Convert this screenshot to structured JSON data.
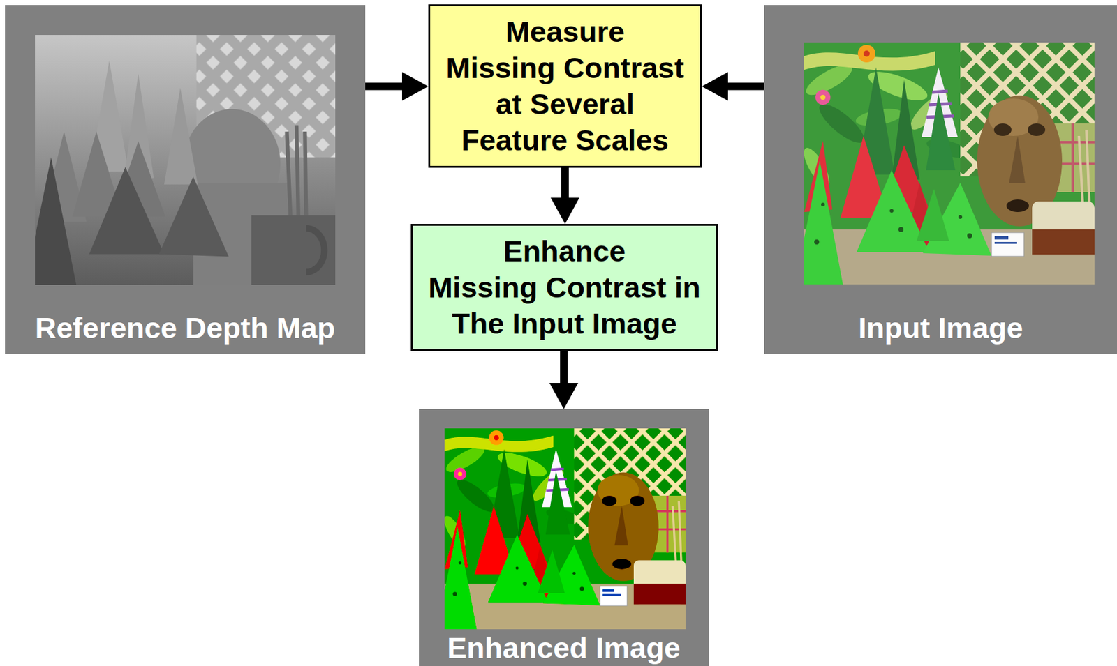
{
  "diagram": {
    "nodes": [
      {
        "text": [
          "Reference Depth Map"
        ]
      },
      {
        "text": [
          "Measure Missing Contrast at Several Feature Scales"
        ]
      },
      {
        "text": [
          "Input Image"
        ]
      },
      {
        "text": [
          "Enhance Missing Contrast in The Input Image"
        ]
      },
      {
        "text": [
          "Enhanced Image"
        ]
      }
    ],
    "edges": [
      {
        "from": 0,
        "to": 1,
        "arrow": "to"
      },
      {
        "from": 2,
        "to": 1,
        "arrow": "to"
      },
      {
        "from": 1,
        "to": 3,
        "arrow": "to"
      },
      {
        "from": 3,
        "to": 4,
        "arrow": "to"
      }
    ]
  }
}
